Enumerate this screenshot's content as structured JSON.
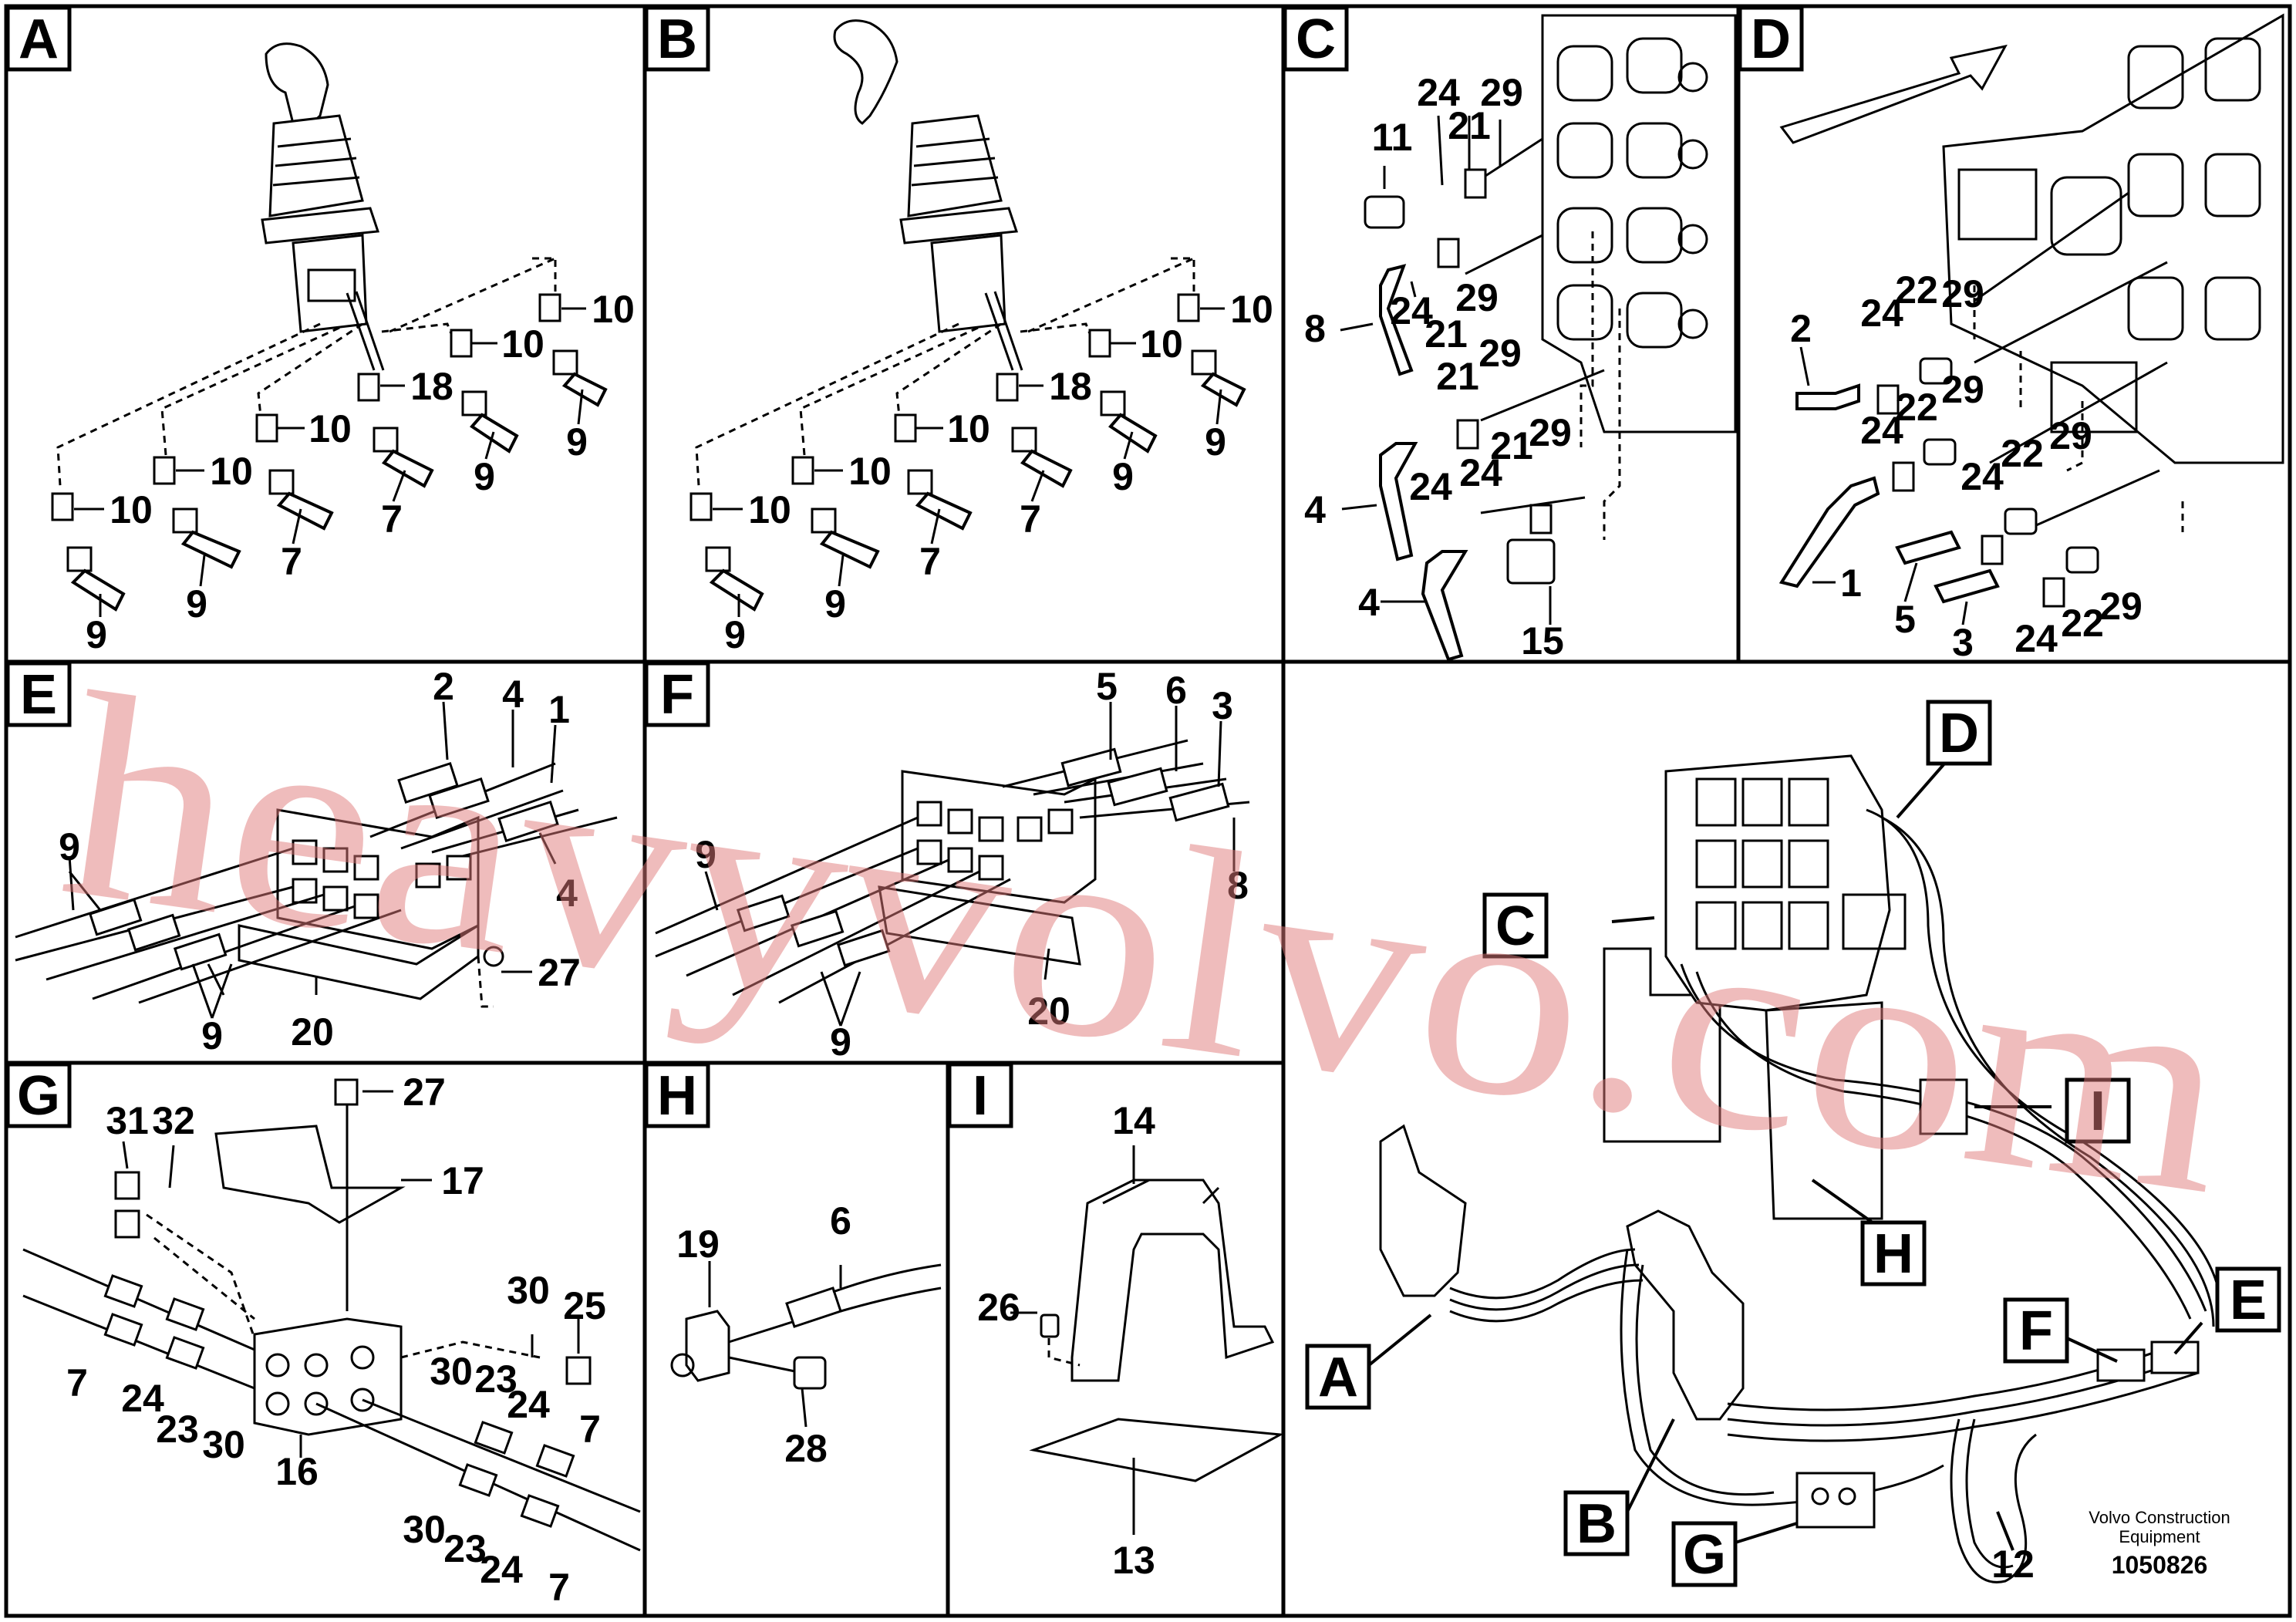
{
  "panels": {
    "A": {
      "label": "A",
      "callouts": {
        "c10a": "10",
        "c10b": "10",
        "c18": "18",
        "c10c": "10",
        "c10d": "10",
        "c10e": "10",
        "c9a": "9",
        "c9b": "9",
        "c7a": "7",
        "c7b": "7",
        "c9c": "9",
        "c9d": "9"
      }
    },
    "B": {
      "label": "B",
      "callouts": {
        "c10a": "10",
        "c10b": "10",
        "c18": "18",
        "c10c": "10",
        "c10d": "10",
        "c10e": "10",
        "c9a": "9",
        "c9b": "9",
        "c7a": "7",
        "c7b": "7",
        "c9c": "9",
        "c9d": "9"
      }
    },
    "C": {
      "label": "C",
      "callouts": {
        "c11": "11",
        "c24a": "24",
        "c21a": "21",
        "c29a": "29",
        "c8": "8",
        "c24b": "24",
        "c21b": "21",
        "c29b": "29",
        "c21c": "21",
        "c29c": "29",
        "c4a": "4",
        "c24c": "24",
        "c24d": "24",
        "c21d": "21",
        "c29d": "29",
        "c4b": "4",
        "c15": "15"
      }
    },
    "D": {
      "label": "D",
      "callouts": {
        "c2": "2",
        "c24a": "24",
        "c22a": "22",
        "c29a": "29",
        "c24b": "24",
        "c22b": "22",
        "c29b": "29",
        "c1": "1",
        "c24c": "24",
        "c22c": "22",
        "c29c": "29",
        "c5": "5",
        "c3": "3",
        "c24d": "24",
        "c22d": "22",
        "c29d": "29"
      }
    },
    "E": {
      "label": "E",
      "callouts": {
        "c2": "2",
        "c4a": "4",
        "c1": "1",
        "c9a": "9",
        "c4b": "4",
        "c27": "27",
        "c9b": "9",
        "c20": "20"
      }
    },
    "F": {
      "label": "F",
      "callouts": {
        "c5": "5",
        "c6": "6",
        "c3": "3",
        "c9a": "9",
        "c8": "8",
        "c20": "20",
        "c9b": "9"
      }
    },
    "G": {
      "label": "G",
      "callouts": {
        "c31": "31",
        "c32": "32",
        "c27": "27",
        "c17": "17",
        "c30a": "30",
        "c25": "25",
        "c7a": "7",
        "c24a": "24",
        "c23a": "23",
        "c30b": "30",
        "c30c": "30",
        "c23b": "23",
        "c24b": "24",
        "c7b": "7",
        "c16": "16",
        "c30d": "30",
        "c23c": "23",
        "c24c": "24",
        "c7c": "7"
      }
    },
    "H": {
      "label": "H",
      "callouts": {
        "c19": "19",
        "c6": "6",
        "c28": "28"
      }
    },
    "I": {
      "label": "I",
      "callouts": {
        "c14": "14",
        "c26": "26",
        "c13": "13"
      }
    },
    "overview": {
      "labels": {
        "D": "D",
        "C": "C",
        "I": "I",
        "H": "H",
        "E": "E",
        "F": "F",
        "A": "A",
        "B": "B",
        "G": "G"
      },
      "callouts": {
        "c12": "12"
      }
    }
  },
  "footer": {
    "company_line1": "Volvo Construction",
    "company_line2": "Equipment",
    "figure_number": "1050826"
  },
  "watermark": "heavyvolvo.com"
}
